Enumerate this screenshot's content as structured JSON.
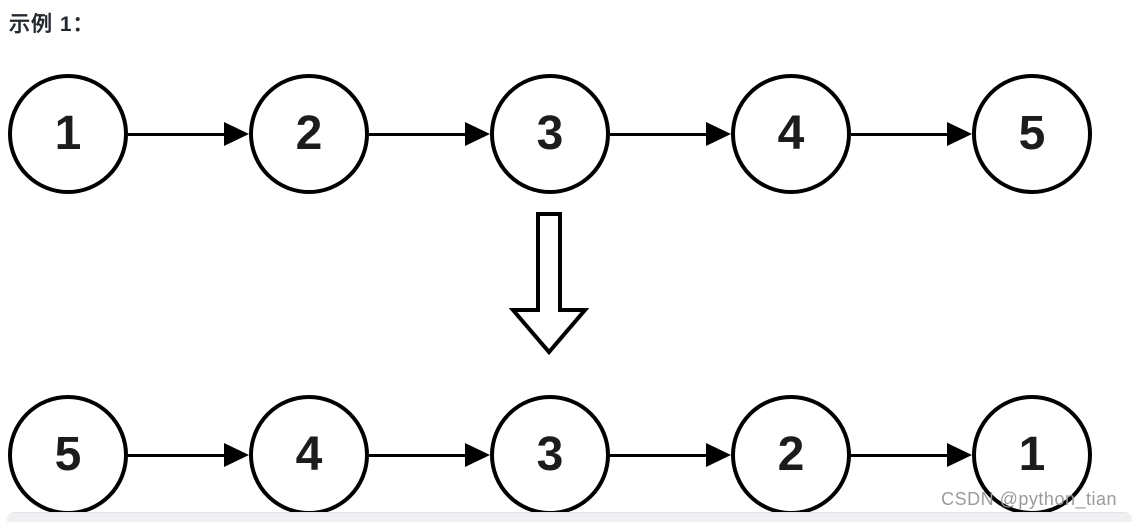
{
  "title": "示例 1：",
  "diagram": {
    "rows": [
      {
        "name": "original-list",
        "nodes": [
          "1",
          "2",
          "3",
          "4",
          "5"
        ]
      },
      {
        "name": "reversed-list",
        "nodes": [
          "5",
          "4",
          "3",
          "2",
          "1"
        ]
      }
    ],
    "transform_arrow": "down-arrow"
  },
  "watermark": "CSDN @python_tian",
  "colors": {
    "node_stroke": "#000000",
    "node_fill": "#ffffff",
    "text": "#1c1c1c",
    "title": "#24292f",
    "watermark": "#9b9b9b",
    "bottom_bar": "#f0f0f2"
  }
}
